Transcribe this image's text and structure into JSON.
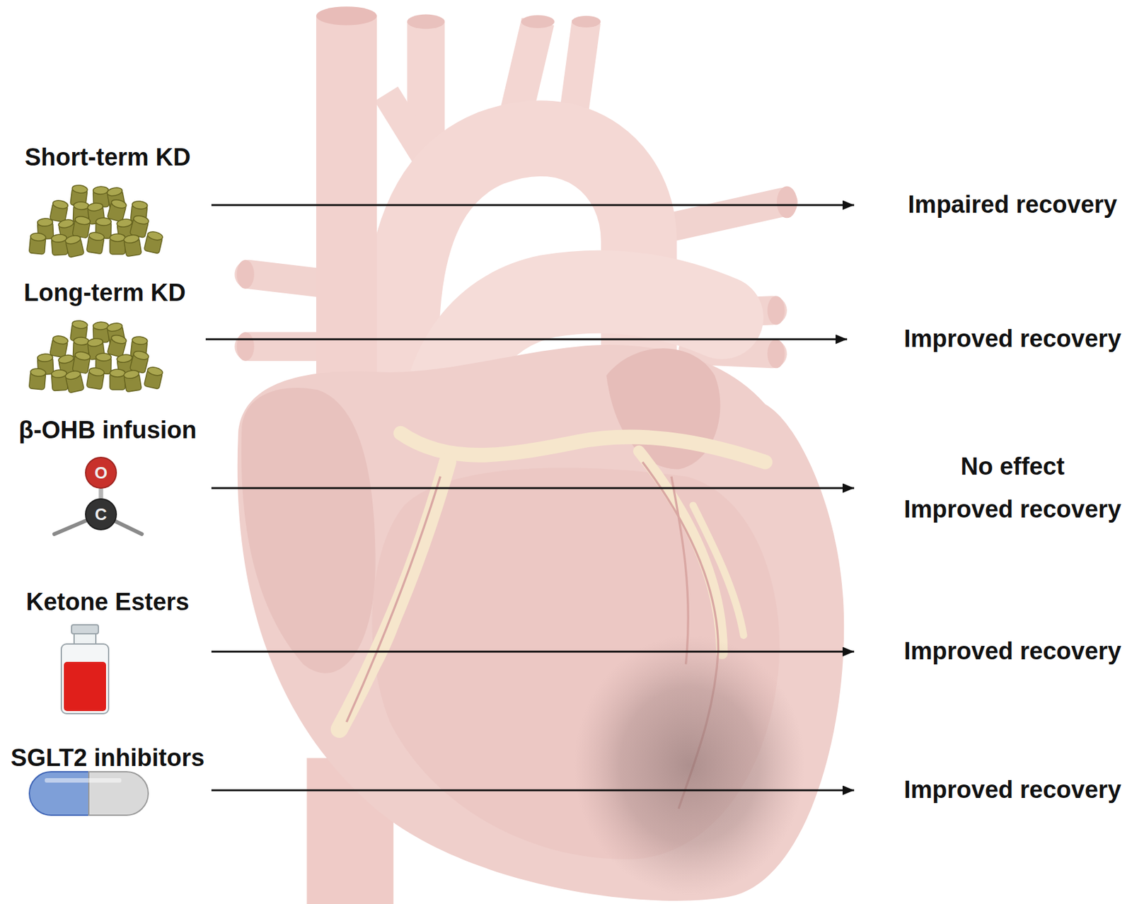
{
  "diagram": {
    "nodes": [
      {
        "text": [
          "Short-term KD"
        ]
      },
      {
        "text": [
          "Impaired recovery"
        ]
      },
      {
        "text": [
          "Long-term KD"
        ]
      },
      {
        "text": [
          "Improved recovery"
        ]
      },
      {
        "text": [
          "β-OHB infusion"
        ]
      },
      {
        "text": [
          "No effect",
          "Improved recovery"
        ]
      },
      {
        "text": [
          "Ketone Esters"
        ]
      },
      {
        "text": [
          "Improved recovery"
        ]
      },
      {
        "text": [
          "SGLT2 inhibitors"
        ]
      },
      {
        "text": [
          "Improved recovery"
        ]
      }
    ],
    "edges": [
      {
        "from": 0,
        "to": 1,
        "arrow": "to"
      },
      {
        "from": 2,
        "to": 3,
        "arrow": "to"
      },
      {
        "from": 4,
        "to": 5,
        "arrow": "to"
      },
      {
        "from": 6,
        "to": 7,
        "arrow": "to"
      },
      {
        "from": 8,
        "to": 9,
        "arrow": "to"
      }
    ],
    "labels": [
      "O",
      "C"
    ]
  }
}
